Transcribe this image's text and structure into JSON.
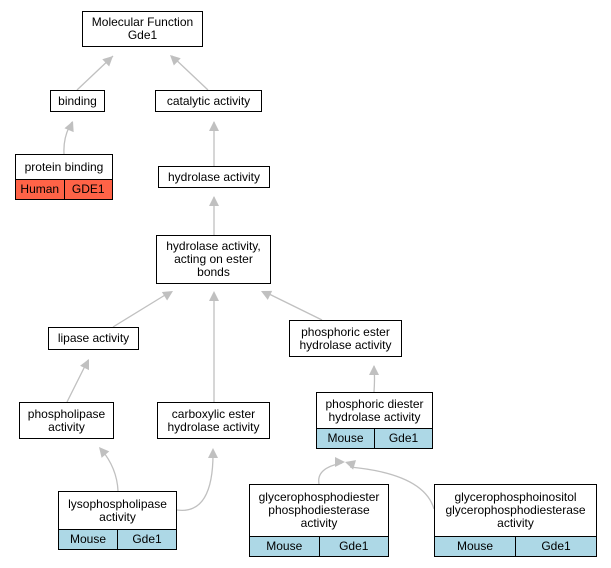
{
  "colors": {
    "mouse": "#add8e6",
    "human": "#ff6347",
    "edge": "#c0c0c0"
  },
  "nodes": {
    "root": {
      "label": "Molecular Function\nGde1"
    },
    "binding": {
      "label": "binding"
    },
    "catalytic": {
      "label": "catalytic activity"
    },
    "protbind": {
      "label": "protein binding",
      "tags": [
        {
          "species": "Human",
          "gene": "GDE1"
        }
      ]
    },
    "hydrolase": {
      "label": "hydrolase activity"
    },
    "ester": {
      "label": "hydrolase activity,\nacting on ester\nbonds"
    },
    "lipase": {
      "label": "lipase activity"
    },
    "phosest": {
      "label": "phosphoric ester\nhydrolase activity"
    },
    "phospholip": {
      "label": "phospholipase\nactivity"
    },
    "carbox": {
      "label": "carboxylic ester\nhydrolase activity"
    },
    "phosdi": {
      "label": "phosphoric diester\nhydrolase activity",
      "tags": [
        {
          "species": "Mouse",
          "gene": "Gde1"
        }
      ]
    },
    "lyso": {
      "label": "lysophospholipase\nactivity",
      "tags": [
        {
          "species": "Mouse",
          "gene": "Gde1"
        }
      ]
    },
    "gpd": {
      "label": "glycerophosphodiester\nphosphodiesterase\nactivity",
      "tags": [
        {
          "species": "Mouse",
          "gene": "Gde1"
        }
      ]
    },
    "gpi": {
      "label": "glycerophosphoinositol\nglycerophosphodiesterase\nactivity",
      "tags": [
        {
          "species": "Mouse",
          "gene": "Gde1"
        }
      ]
    }
  }
}
